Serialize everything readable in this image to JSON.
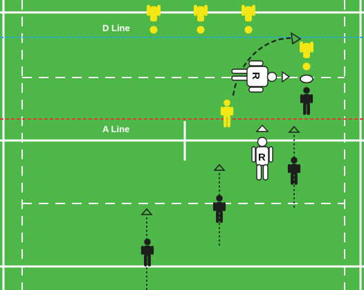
{
  "field": {
    "grass_color": "#4db848",
    "line_color": "#ffffff",
    "d_line": {
      "label": "D Line",
      "color": "#29a8e0"
    },
    "a_line": {
      "label": "A Line",
      "color": "#e03a2f"
    }
  },
  "referee_mark": "R",
  "colors": {
    "defender": "#f5e616",
    "attacker": "#1e1e1e",
    "referee": "#ffffff",
    "ball": "#ffffff"
  },
  "icons": [
    "defender-icon",
    "attacker-icon",
    "referee-icon",
    "ball-icon",
    "run-arrow",
    "pass-arrow"
  ]
}
